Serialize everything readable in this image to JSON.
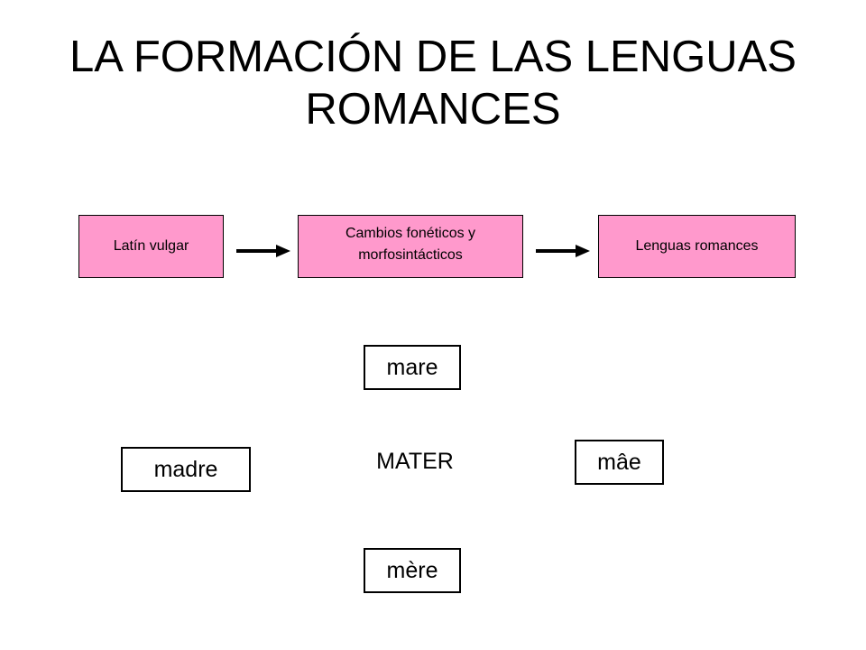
{
  "title": "LA FORMACIÓN DE LAS LENGUAS ROMANCES",
  "flow": {
    "step1": "Latín vulgar",
    "step2_line1": "Cambios fonéticos y",
    "step2_line2": "morfosintácticos",
    "step3": "Lenguas romances"
  },
  "colors": {
    "box_fill": "#ff99cc",
    "border": "#000000"
  },
  "etymology": {
    "source": "MATER",
    "derived": {
      "top": "mare",
      "left": "madre",
      "right": "mâe",
      "bottom": "mère"
    }
  },
  "icons": {
    "flow_arrow": "arrow-right-icon"
  }
}
